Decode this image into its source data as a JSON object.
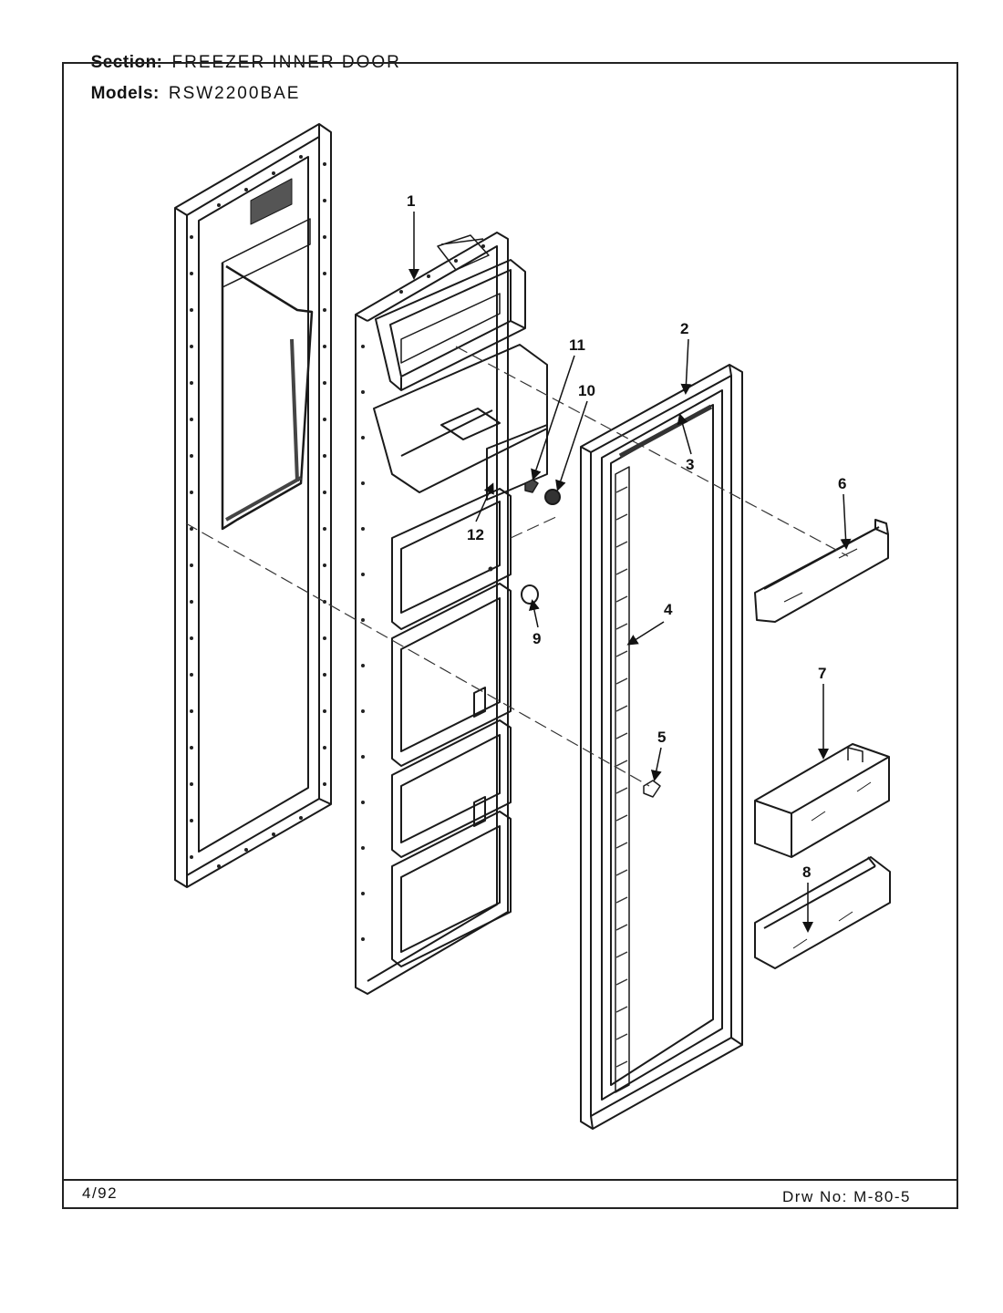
{
  "header": {
    "section_label": "Section:",
    "section_value": "FREEZER INNER DOOR",
    "models_label": "Models:",
    "models_value": "RSW2200BAE"
  },
  "footer": {
    "date": "4/92",
    "drawing_number": "Drw No: M-80-5"
  },
  "callouts": [
    "1",
    "2",
    "3",
    "4",
    "5",
    "6",
    "7",
    "8",
    "9",
    "10",
    "11",
    "12"
  ]
}
